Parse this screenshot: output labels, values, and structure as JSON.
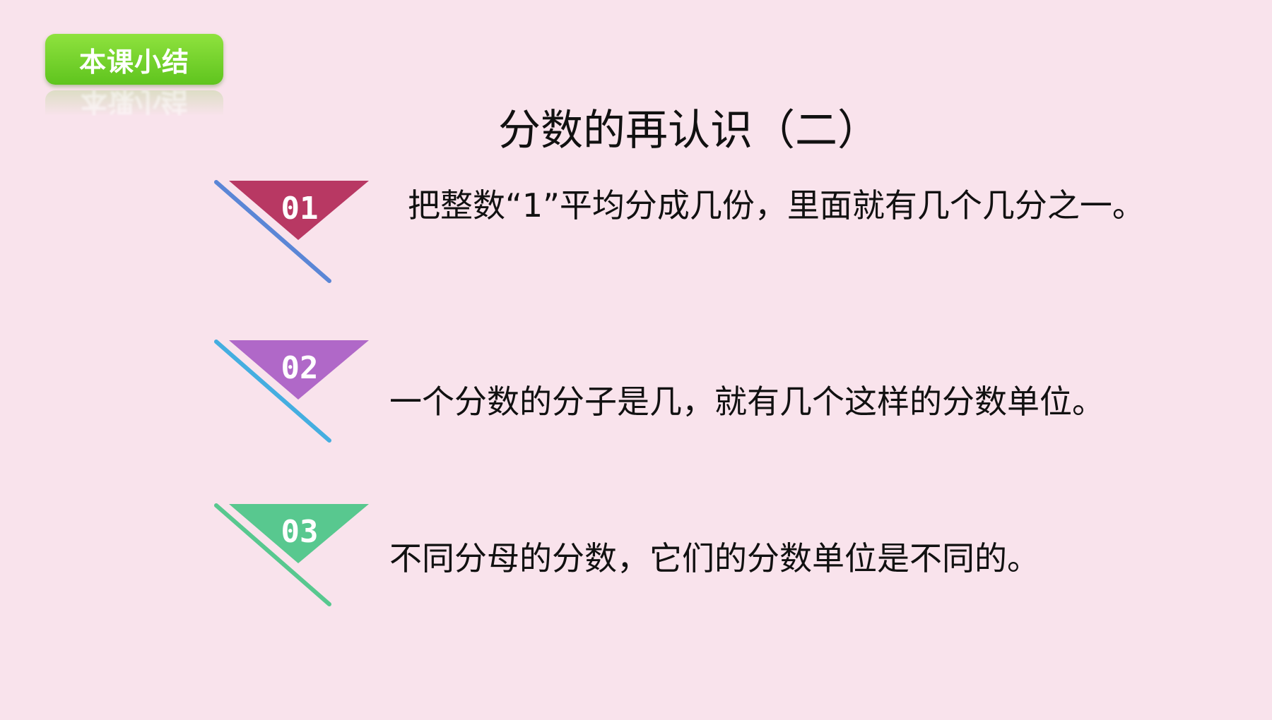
{
  "badge": {
    "label": "本课小结"
  },
  "title": "分数的再认识（二）",
  "items": [
    {
      "number": "01",
      "text": "把整数“1”平均分成几份，里面就有几个几分之一。",
      "color": "#b83863",
      "line_color": "#5b86d6"
    },
    {
      "number": "02",
      "text": "一个分数的分子是几，就有几个这样的分数单位。",
      "color": "#b068c8",
      "line_color": "#45aee0"
    },
    {
      "number": "03",
      "text": "不同分母的分数，它们的分数单位是不同的。",
      "color": "#58c88f",
      "line_color": "#58c88f"
    }
  ]
}
